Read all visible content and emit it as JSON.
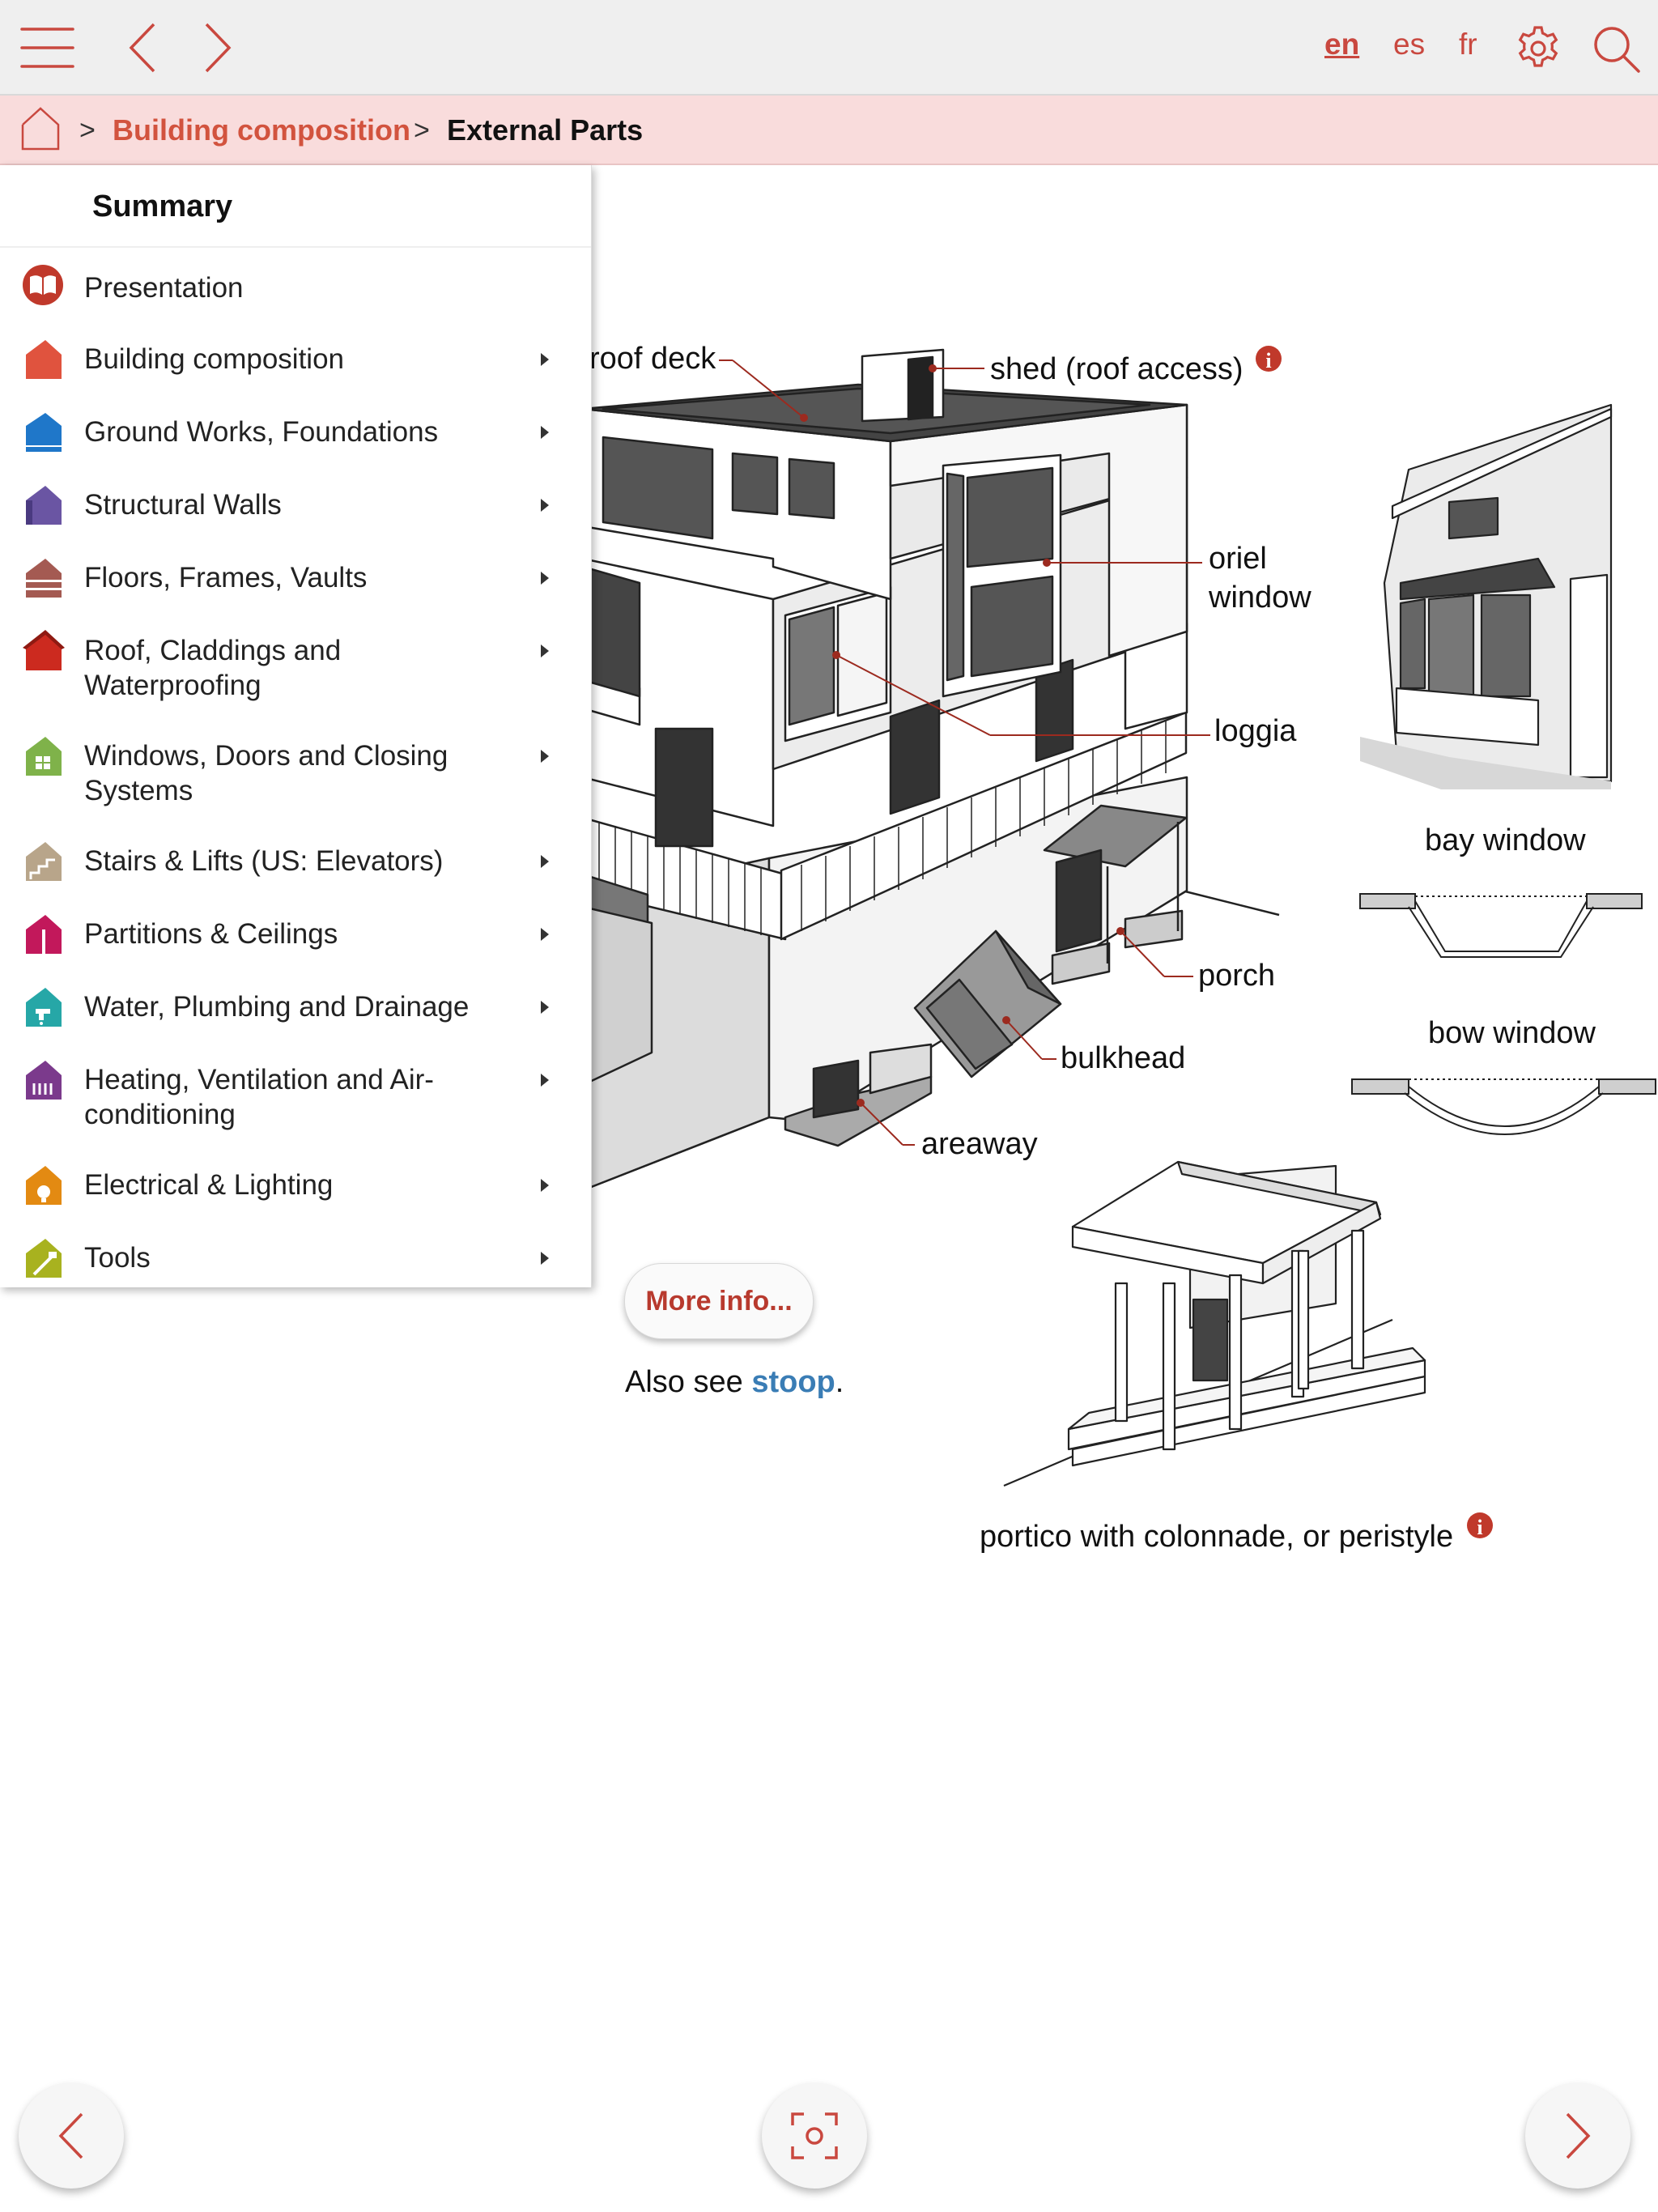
{
  "toolbar": {
    "languages": [
      {
        "code": "en",
        "active": true
      },
      {
        "code": "es",
        "active": false
      },
      {
        "code": "fr",
        "active": false
      }
    ],
    "accent_color": "#c9483f"
  },
  "breadcrumb": {
    "separator": ">",
    "items": [
      "Building composition",
      "External Parts"
    ]
  },
  "menu": {
    "title": "Summary",
    "items": [
      {
        "label": "Presentation",
        "icon": "book-icon",
        "color": "#c0392b",
        "has_submenu": false
      },
      {
        "label": "Building composition",
        "icon": "house-icon",
        "color": "#e0533e",
        "has_submenu": true
      },
      {
        "label": "Ground Works, Foundations",
        "icon": "house-foundation-icon",
        "color": "#1f77c9",
        "has_submenu": true
      },
      {
        "label": "Structural Walls",
        "icon": "house-walls-icon",
        "color": "#6a55a3",
        "has_submenu": true
      },
      {
        "label": "Floors, Frames, Vaults",
        "icon": "house-floors-icon",
        "color": "#a45a52",
        "has_submenu": true
      },
      {
        "label": "Roof, Claddings and Waterproofing",
        "icon": "house-roof-icon",
        "color": "#cc2a1f",
        "has_submenu": true
      },
      {
        "label": "Windows, Doors and Closing Systems",
        "icon": "house-window-icon",
        "color": "#7fb24a",
        "has_submenu": true
      },
      {
        "label": "Stairs & Lifts (US: Elevators)",
        "icon": "house-stairs-icon",
        "color": "#b8a58a",
        "has_submenu": true
      },
      {
        "label": "Partitions & Ceilings",
        "icon": "house-partition-icon",
        "color": "#c2185b",
        "has_submenu": true
      },
      {
        "label": "Water, Plumbing and Drainage",
        "icon": "house-faucet-icon",
        "color": "#26a7a7",
        "has_submenu": true
      },
      {
        "label": "Heating, Ventilation and Air-conditioning",
        "icon": "house-radiator-icon",
        "color": "#7b3a8c",
        "has_submenu": true
      },
      {
        "label": "Electrical & Lighting",
        "icon": "house-bulb-icon",
        "color": "#e38a12",
        "has_submenu": true
      },
      {
        "label": "Tools",
        "icon": "house-tools-icon",
        "color": "#a8b21f",
        "has_submenu": true
      }
    ]
  },
  "diagram": {
    "labels": {
      "roof_deck": "roof deck",
      "shed": "shed (roof access)",
      "oriel_1": "oriel",
      "oriel_2": "window",
      "loggia": "loggia",
      "porch": "porch",
      "bulkhead": "bulkhead",
      "areaway": "areaway",
      "bay_window": "bay window",
      "bow_window": "bow window",
      "portico": "portico with colonnade, or peristyle"
    },
    "info_marker_color": "#c0392b"
  },
  "more_info": {
    "label": "More info..."
  },
  "also_see": {
    "prefix": "Also see ",
    "link": "stoop",
    "suffix": "."
  }
}
